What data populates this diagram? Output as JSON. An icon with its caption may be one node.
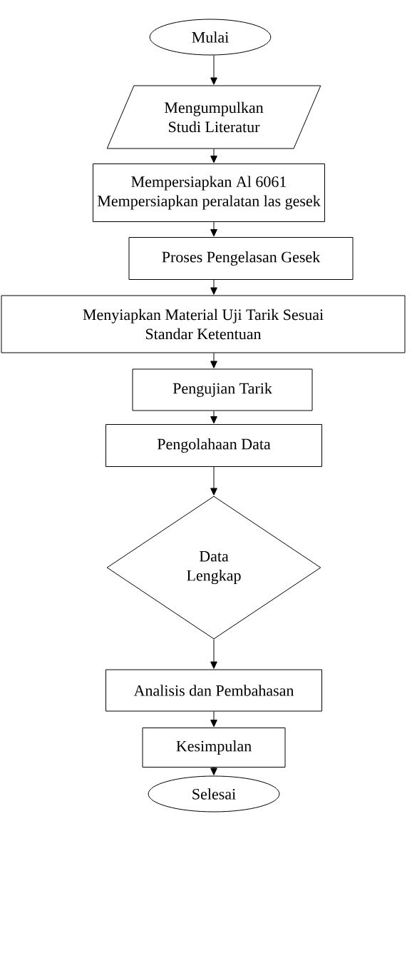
{
  "diagram": {
    "nodes": [
      {
        "text": [
          "Mulai"
        ]
      },
      {
        "text": [
          "Mengumpulkan Studi Literatur"
        ]
      },
      {
        "text": [
          "Mempersiapkan Al 6061 Mempersiapkan peralatan las gesek"
        ]
      },
      {
        "text": [
          "Proses Pengelasan Gesek"
        ]
      },
      {
        "text": [
          "Menyiapkan Material Uji Tarik Sesuai Standar Ketentuan"
        ]
      },
      {
        "text": [
          "Pengujian Tarik"
        ]
      },
      {
        "text": [
          "Pengolahaan Data"
        ]
      },
      {
        "text": [
          "Data Lengkap"
        ]
      },
      {
        "text": [
          "Analisis dan Pembahasan"
        ]
      },
      {
        "text": [
          "Kesimpulan"
        ]
      },
      {
        "text": [
          "Selesai"
        ]
      }
    ],
    "edges": [
      {
        "from": 0,
        "to": 1,
        "arrow": "to"
      },
      {
        "from": 1,
        "to": 2,
        "arrow": "to"
      },
      {
        "from": 2,
        "to": 3,
        "arrow": "to"
      },
      {
        "from": 3,
        "to": 4,
        "arrow": "to"
      },
      {
        "from": 4,
        "to": 5,
        "arrow": "to"
      },
      {
        "from": 5,
        "to": 6,
        "arrow": "to"
      },
      {
        "from": 6,
        "to": 7,
        "arrow": "to"
      },
      {
        "from": 7,
        "to": 8,
        "arrow": "to"
      },
      {
        "from": 8,
        "to": 9,
        "arrow": "to"
      },
      {
        "from": 9,
        "to": 10,
        "arrow": "to"
      }
    ]
  }
}
